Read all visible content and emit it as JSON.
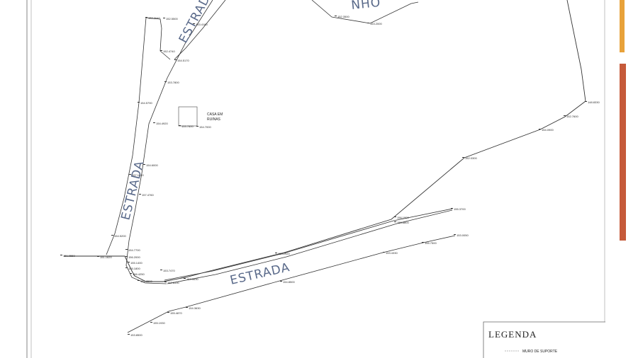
{
  "labels": {
    "road_top": "ESTRADA",
    "road_left": "ESTRADA",
    "road_bottom": "ESTRADA",
    "top_partial": "NHO",
    "house_line1": "CASA EM",
    "house_line2": "RUINAS"
  },
  "legend": {
    "title": "LEGENDA",
    "item1": "MURO DE SUPORTE"
  },
  "points": [
    "152.2640",
    "152.5500",
    "153.4180",
    "154.5170",
    "152.4740",
    "153.7800",
    "154.5790",
    "154.4920",
    "153.7600",
    "154.7000",
    "154.6000",
    "157.1420",
    "157.4760",
    "154.5200",
    "151.0550",
    "151.1620",
    "154.7700",
    "156.2000",
    "155.1400",
    "155.1800",
    "156.4250",
    "154.8500",
    "153.7470",
    "152.8330",
    "154.5630",
    "153.2920",
    "148.8330",
    "152.7600",
    "154.0900",
    "152.0300",
    "156.1900",
    "158.8800",
    "155.3700",
    "153.0050",
    "155.7500",
    "153.4330",
    "154.8500",
    "154.3630",
    "155.4870",
    "155.1930",
    "153.8500",
    "153.2000",
    "152.3500"
  ]
}
